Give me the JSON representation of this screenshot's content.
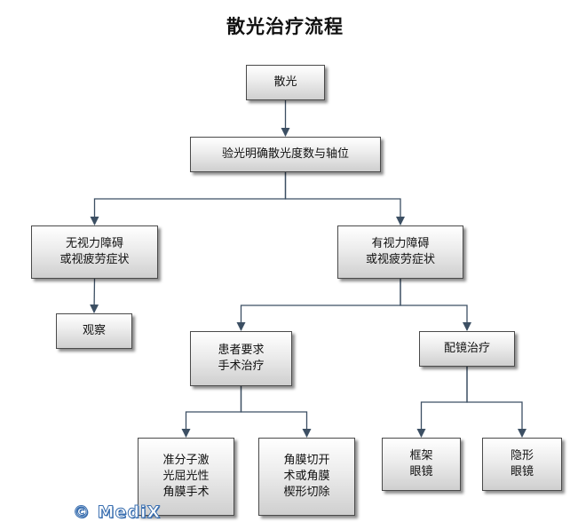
{
  "diagram": {
    "title": "散光治疗流程",
    "colors": {
      "border": "#4a4a4a",
      "line": "#3c4f63",
      "watermark": "#3a6fb0"
    },
    "nodes": [
      {
        "id": "astigmatism",
        "label": "散光"
      },
      {
        "id": "examination",
        "label": "验光明确散光度数与轴位"
      },
      {
        "id": "no-symptoms",
        "label": "无视力障碍\n或视疲劳症状"
      },
      {
        "id": "with-symptoms",
        "label": "有视力障碍\n或视疲劳症状"
      },
      {
        "id": "observation",
        "label": "观察"
      },
      {
        "id": "surgery-request",
        "label": "患者要求\n手术治疗"
      },
      {
        "id": "glasses-treatment",
        "label": "配镜治疗"
      },
      {
        "id": "excimer-laser",
        "label": "准分子激\n光屈光性\n角膜手术"
      },
      {
        "id": "corneal-incision",
        "label": "角膜切开\n术或角膜\n楔形切除"
      },
      {
        "id": "frame-glasses",
        "label": "框架\n眼镜"
      },
      {
        "id": "contact-lens",
        "label": "隐形\n眼镜"
      }
    ],
    "edges": [
      {
        "from": "astigmatism",
        "to": "examination"
      },
      {
        "from": "examination",
        "to": "no-symptoms"
      },
      {
        "from": "examination",
        "to": "with-symptoms"
      },
      {
        "from": "no-symptoms",
        "to": "observation"
      },
      {
        "from": "with-symptoms",
        "to": "surgery-request"
      },
      {
        "from": "with-symptoms",
        "to": "glasses-treatment"
      },
      {
        "from": "surgery-request",
        "to": "excimer-laser"
      },
      {
        "from": "surgery-request",
        "to": "corneal-incision"
      },
      {
        "from": "glasses-treatment",
        "to": "frame-glasses"
      },
      {
        "from": "glasses-treatment",
        "to": "contact-lens"
      }
    ]
  },
  "watermark": {
    "text": "© MediX"
  }
}
